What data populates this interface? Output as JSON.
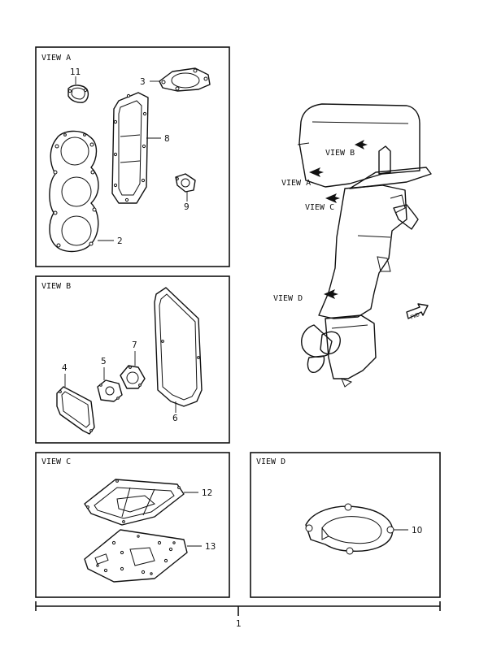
{
  "views": {
    "a": {
      "title": "VIEW A"
    },
    "b": {
      "title": "VIEW B"
    },
    "c": {
      "title": "VIEW C"
    },
    "d": {
      "title": "VIEW D"
    }
  },
  "engine_labels": {
    "view_a": "VIEW A",
    "view_b": "VIEW B",
    "view_c": "VIEW C",
    "view_d": "VIEW D",
    "fwd": "FWD"
  },
  "parts": {
    "p1": "1",
    "p2": "2",
    "p3": "3",
    "p4": "4",
    "p5": "5",
    "p6": "6",
    "p7": "7",
    "p8": "8",
    "p9": "9",
    "p10": "10",
    "p11": "11",
    "p12": "12",
    "p13": "13"
  },
  "colors": {
    "ink": "#111111",
    "paper": "#ffffff"
  }
}
